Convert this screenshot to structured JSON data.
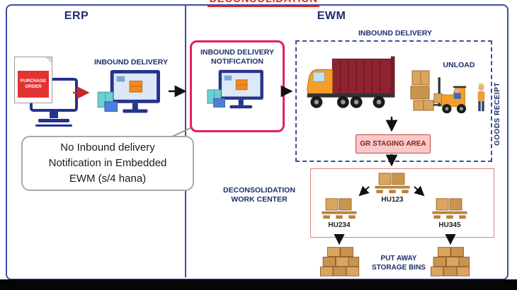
{
  "header": {
    "title_partial": "DECONSOLIDATION",
    "erp_label": "ERP",
    "ewm_label": "EWM"
  },
  "erp": {
    "purchase_order_label": "PURCHASE ORDER",
    "inbound_delivery_label": "INBOUND DELIVERY"
  },
  "ewm": {
    "idn_label": "INBOUND DELIVERY NOTIFICATION",
    "inbound_delivery_label": "INBOUND DELIVERY",
    "unload_label": "UNLOAD",
    "goods_receipt_label": "GOODS RECEIPT",
    "gr_staging_label": "GR STAGING AREA",
    "decon_wc_label": "DECONSOLIDATION WORK CENTER",
    "hu_labels": {
      "hu123": "HU123",
      "hu234": "HU234",
      "hu345": "HU345"
    },
    "put_away_label": "PUT AWAY STORAGE BINS"
  },
  "callout": {
    "lines": [
      "No Inbound delivery",
      "Notification in Embedded",
      "EWM (s/4 hana)"
    ]
  },
  "colors": {
    "accent_blue": "#3b4ea3",
    "navy_text": "#1b2e6b",
    "highlight_pink": "#e5205e",
    "title_red": "#e8251f",
    "staging_bg": "#f7c9c9",
    "staging_border": "#cc4444",
    "decon_border": "#e08080"
  }
}
